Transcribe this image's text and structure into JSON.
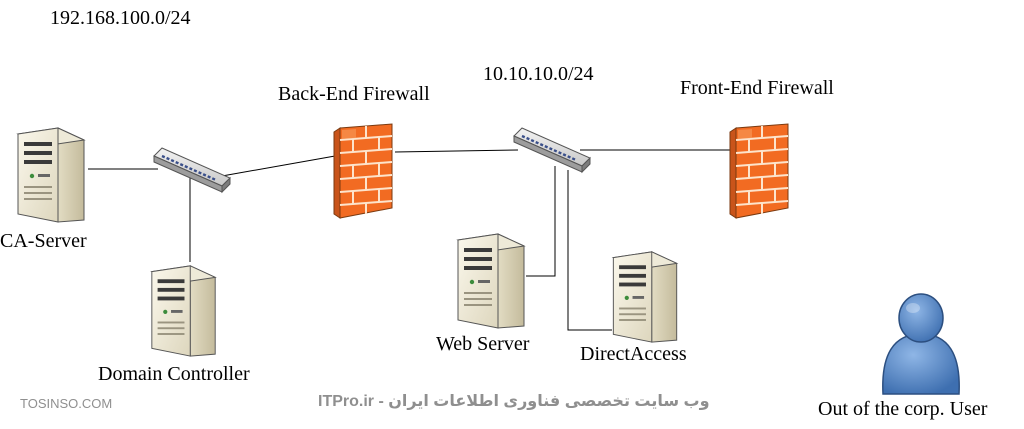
{
  "subnets": {
    "internal": "192.168.100.0/24",
    "perimeter": "10.10.10.0/24"
  },
  "nodes": {
    "ca_server": "CA-Server",
    "domain_controller": "Domain Controller",
    "back_end_firewall": "Back-End Firewall",
    "front_end_firewall": "Front-End Firewall",
    "web_server": "Web Server",
    "direct_access": "DirectAccess",
    "user": "Out of the corp. User"
  },
  "watermarks": {
    "left": "TOSINSO.COM",
    "center": "ITPro.ir - وب سایت تخصصی فناوری اطلاعات ایران"
  },
  "colors": {
    "firewall": "#f26b22",
    "firewall_light": "#f8a060",
    "mortar": "#fde4cc",
    "user": "#5b8fd0",
    "line": "#000000"
  }
}
